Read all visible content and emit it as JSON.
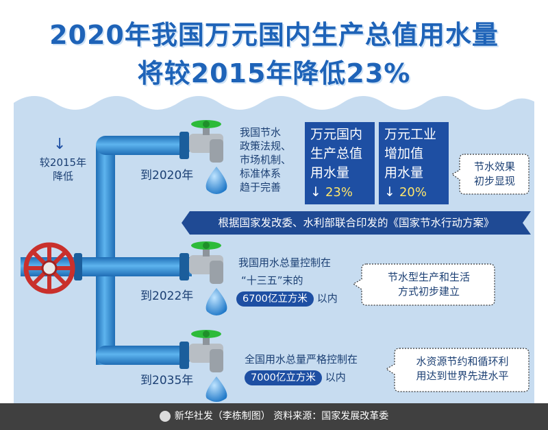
{
  "title": {
    "line1": "2020年我国万元国内生产总值用水量",
    "line2": "将较2015年降低23%"
  },
  "left_label": {
    "arrow": "↓",
    "line1": "较2015年",
    "line2": "降低"
  },
  "milestones": [
    {
      "year": "到2020年",
      "policy_lines": [
        "我国节水",
        "政策法规、",
        "市场机制、",
        "标准体系",
        "趋于完善"
      ],
      "box1": {
        "lines": [
          "万元国内",
          "生产总值",
          "用水量"
        ],
        "value": "23%"
      },
      "box2": {
        "lines": [
          "万元工业",
          "增加值",
          "用水量"
        ],
        "value": "20%"
      },
      "bubble_lines": [
        "节水效果",
        "初步显现"
      ]
    },
    {
      "year": "到2022年",
      "text_line1": "我国用水总量控制在",
      "text_line2": "“十三五”末的",
      "amount": "6700亿立方米",
      "suffix": "以内",
      "bubble_lines": [
        "节水型生产和生活",
        "方式初步建立"
      ]
    },
    {
      "year": "到2035年",
      "text_line1": "全国用水总量严格控制在",
      "amount": "7000亿立方米",
      "suffix": "以内",
      "bubble_lines": [
        "水资源节约和循环利",
        "用达到世界先进水平"
      ]
    }
  ],
  "banner": "根据国家发改委、水利部联合印发的《国家节水行动方案》",
  "footer": "新华社发（李栋制图）   资料来源：国家发展改革委",
  "colors": {
    "title": "#1e63b8",
    "panel_bg": "#c7dcf0",
    "pipe": "#2f86d0",
    "box": "#1e4fa3",
    "valve": "#c9302c",
    "tap_handle": "#2dbb3a",
    "footer_bg": "#404040"
  }
}
